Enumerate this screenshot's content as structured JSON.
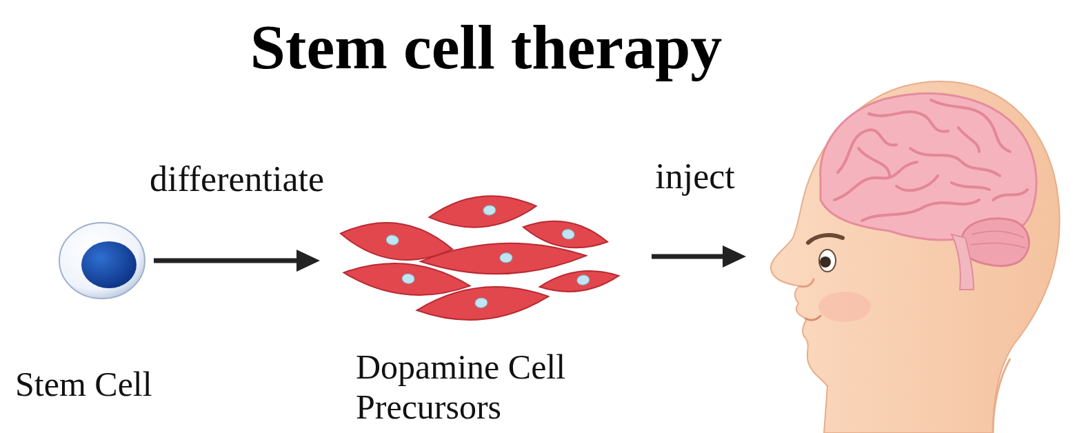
{
  "diagram": {
    "title": "Stem cell therapy",
    "nodes": [
      {
        "text": [
          "Stem Cell"
        ]
      },
      {
        "text": [
          "Dopamine Cell Precursors"
        ]
      }
    ],
    "edges": [
      {
        "from": 0,
        "to": 1,
        "arrow": "to",
        "label": "differentiate"
      }
    ],
    "labels": [
      "inject"
    ]
  }
}
